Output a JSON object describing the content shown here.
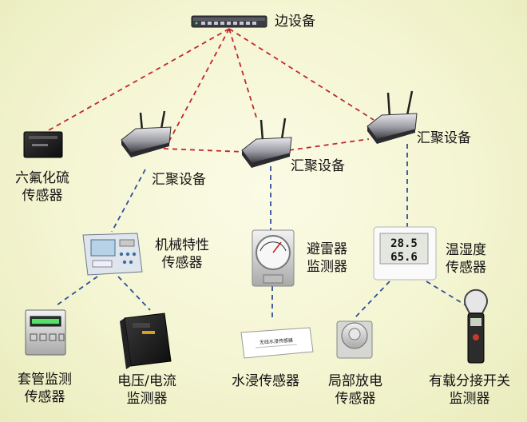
{
  "colors": {
    "backbone_link": "#c0282e",
    "field_link": "#2f4f9a",
    "background": "#f4f5d2"
  },
  "nodes": {
    "edge_device": {
      "label": "边设备",
      "icon": "network-switch-icon"
    },
    "agg_left": {
      "label": "汇聚设备",
      "icon": "wireless-router-icon"
    },
    "agg_mid": {
      "label": "汇聚设备",
      "icon": "wireless-router-icon"
    },
    "agg_right": {
      "label": "汇聚设备",
      "icon": "wireless-router-icon"
    },
    "sf6": {
      "label_1": "六氟化硫",
      "label_2": "传感器",
      "icon": "sf6-sensor-box-icon"
    },
    "mech": {
      "label_1": "机械特性",
      "label_2": "传感器",
      "icon": "mechanical-tester-icon"
    },
    "arrester": {
      "label_1": "避雷器",
      "label_2": "监测器",
      "icon": "arrester-meter-icon"
    },
    "humidity": {
      "label_1": "温湿度",
      "label_2": "传感器",
      "icon": "humidity-display-icon",
      "display_1": "28.5",
      "display_2": "65.6"
    },
    "bushing": {
      "label_1": "套管监测",
      "label_2": "传感器",
      "icon": "bushing-monitor-icon"
    },
    "vc": {
      "label_1": "电压/电流",
      "label_2": "监测器",
      "icon": "voltage-current-unit-icon"
    },
    "water": {
      "label": "水浸传感器",
      "icon": "water-sensor-icon",
      "plate_text": "无线水浸传感器"
    },
    "pd": {
      "label_1": "局部放电",
      "label_2": "传感器",
      "icon": "partial-discharge-sensor-icon"
    },
    "oltc": {
      "label_1": "有载分接开关",
      "label_2": "监测器",
      "icon": "clamp-meter-icon"
    }
  }
}
